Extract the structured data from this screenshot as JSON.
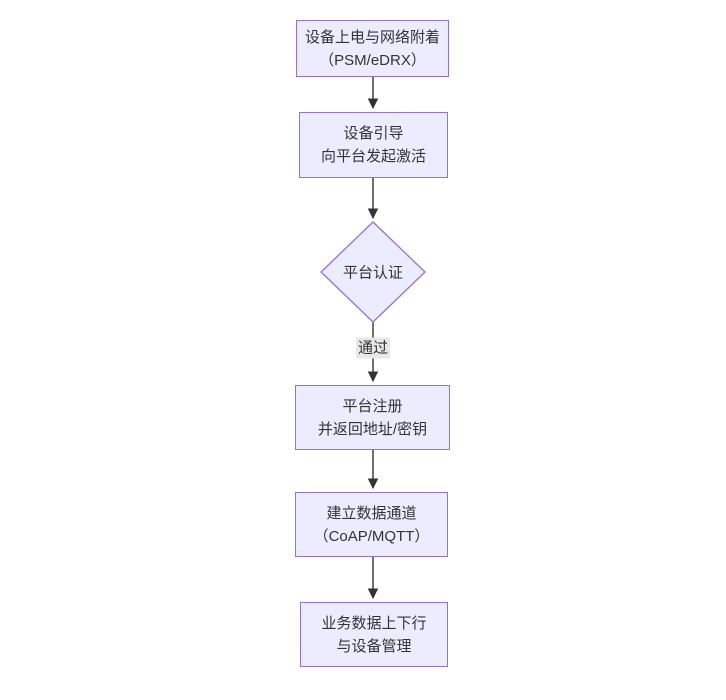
{
  "diagram": {
    "type": "flowchart-vertical",
    "nodes": {
      "power_attach": {
        "line1": "设备上电与网络附着",
        "line2": "（PSM/eDRX）"
      },
      "bootstrap": {
        "line1": "设备引导",
        "line2": "向平台发起激活"
      },
      "auth": {
        "line1": "平台认证"
      },
      "register": {
        "line1": "平台注册",
        "line2": "并返回地址/密钥"
      },
      "channel": {
        "line1": "建立数据通道",
        "line2": "（CoAP/MQTT）"
      },
      "business": {
        "line1": "业务数据上下行",
        "line2": "与设备管理"
      }
    },
    "edge_labels": {
      "pass": "通过"
    },
    "colors": {
      "node_fill": "#ECECFF",
      "node_border": "#9370DB",
      "edge": "#333333",
      "label_bg": "#e8e8e8",
      "text": "#333333",
      "bg": "#ffffff"
    }
  }
}
